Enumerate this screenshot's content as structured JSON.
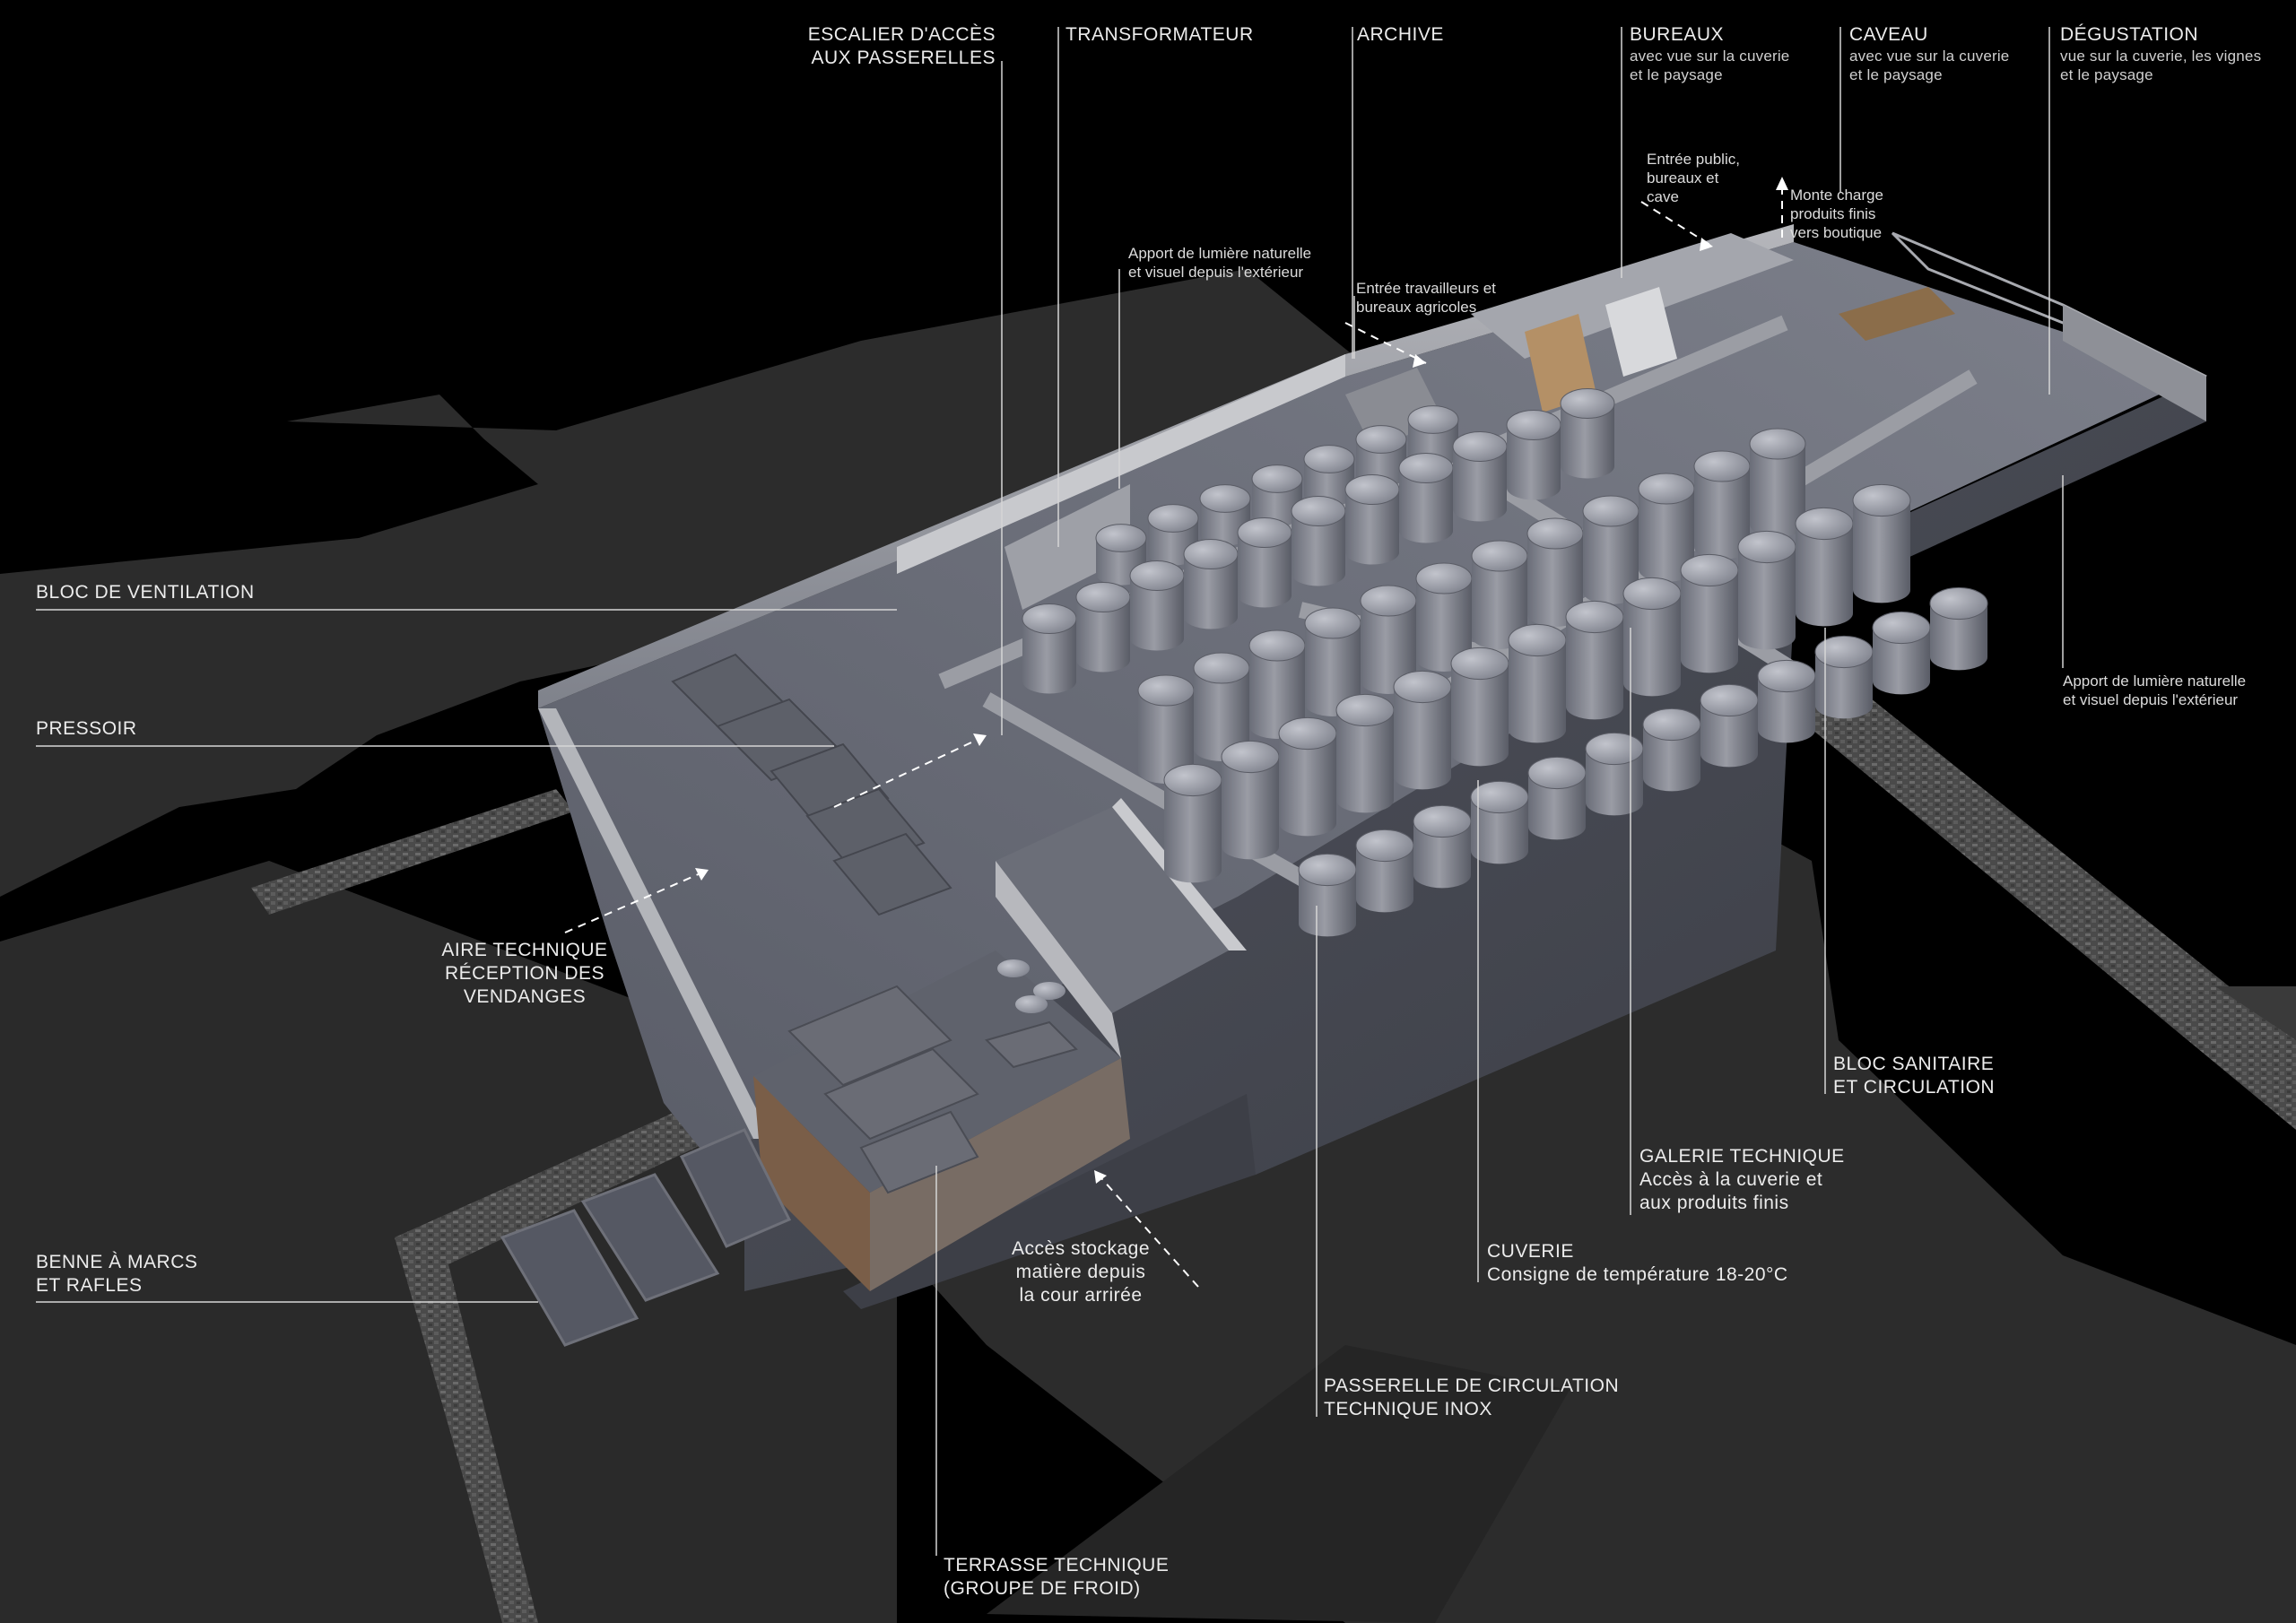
{
  "labels": {
    "escalier": [
      "ESCALIER D'ACCÈS",
      "AUX PASSERELLES"
    ],
    "transformateur": "TRANSFORMATEUR",
    "archive": "ARCHIVE",
    "bureaux": {
      "title": "BUREAUX",
      "sub": [
        "avec vue sur la cuverie",
        "et le paysage"
      ]
    },
    "caveau": {
      "title": "CAVEAU",
      "sub": [
        "avec vue sur la cuverie",
        "et le paysage"
      ]
    },
    "degustation": {
      "title": "DÉGUSTATION",
      "sub": [
        "vue sur la cuverie, les vignes",
        "et le paysage"
      ]
    },
    "bloc_ventilation": "BLOC DE VENTILATION",
    "pressoir": "PRESSOIR",
    "aire_technique": [
      "AIRE TECHNIQUE",
      "RÉCEPTION DES",
      "VENDANGES"
    ],
    "benne": [
      "BENNE À MARCS",
      "ET RAFLES"
    ],
    "terrasse": [
      "TERRASSE TECHNIQUE",
      "(GROUPE DE FROID)"
    ],
    "passerelle": [
      "PASSERELLE DE CIRCULATION",
      "TECHNIQUE INOX"
    ],
    "cuverie": [
      "CUVERIE",
      "Consigne de température 18-20°C"
    ],
    "galerie": [
      "GALERIE TECHNIQUE",
      "Accès à la cuverie et",
      "aux produits finis"
    ],
    "bloc_sanitaire": [
      "BLOC SANITAIRE",
      "ET CIRCULATION"
    ],
    "acces_stockage": [
      "Accès stockage",
      "matière depuis",
      "la cour arrirée"
    ],
    "apport_left": [
      "Apport de lumière naturelle",
      "et visuel depuis l'extérieur"
    ],
    "apport_right": [
      "Apport de lumière naturelle",
      "et visuel depuis l'extérieur"
    ],
    "entree_travailleurs": [
      "Entrée travailleurs et",
      "bureaux agricoles"
    ],
    "entree_public": [
      "Entrée public,",
      "bureaux et",
      "cave"
    ],
    "monte_charge": [
      "Monte charge",
      "produits finis",
      "vers boutique"
    ]
  },
  "colors": {
    "background": "#000000",
    "ground": "#2b2b2b",
    "wall": "#8d8f98",
    "floor": "#6c6f7a",
    "tank": "#7b7d88",
    "text": "#ececec"
  }
}
